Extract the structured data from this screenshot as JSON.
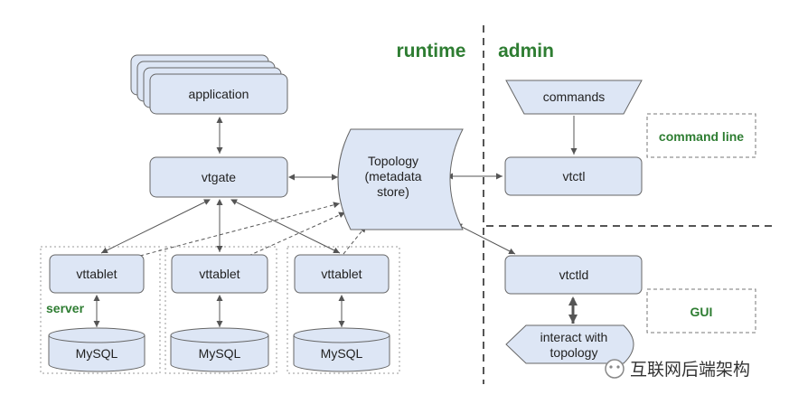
{
  "headings": {
    "runtime": "runtime",
    "admin": "admin"
  },
  "nodes": {
    "application": "application",
    "vtgate": "vtgate",
    "topology": [
      "Topology",
      "(metadata",
      "store)"
    ],
    "vttablet": [
      "vttablet",
      "vttablet",
      "vttablet"
    ],
    "mysql": [
      "MySQL",
      "MySQL",
      "MySQL"
    ],
    "commands": "commands",
    "vtctl": "vtctl",
    "vtctld": "vtctld",
    "interact": [
      "interact with",
      "topology"
    ]
  },
  "labels": {
    "server": "server",
    "command_line": "command line",
    "gui": "GUI"
  },
  "watermark": "互联网后端架构",
  "colors": {
    "box_fill": "#dde6f5",
    "box_stroke": "#666666",
    "green": "#2e7d32",
    "arrow": "#555555"
  }
}
